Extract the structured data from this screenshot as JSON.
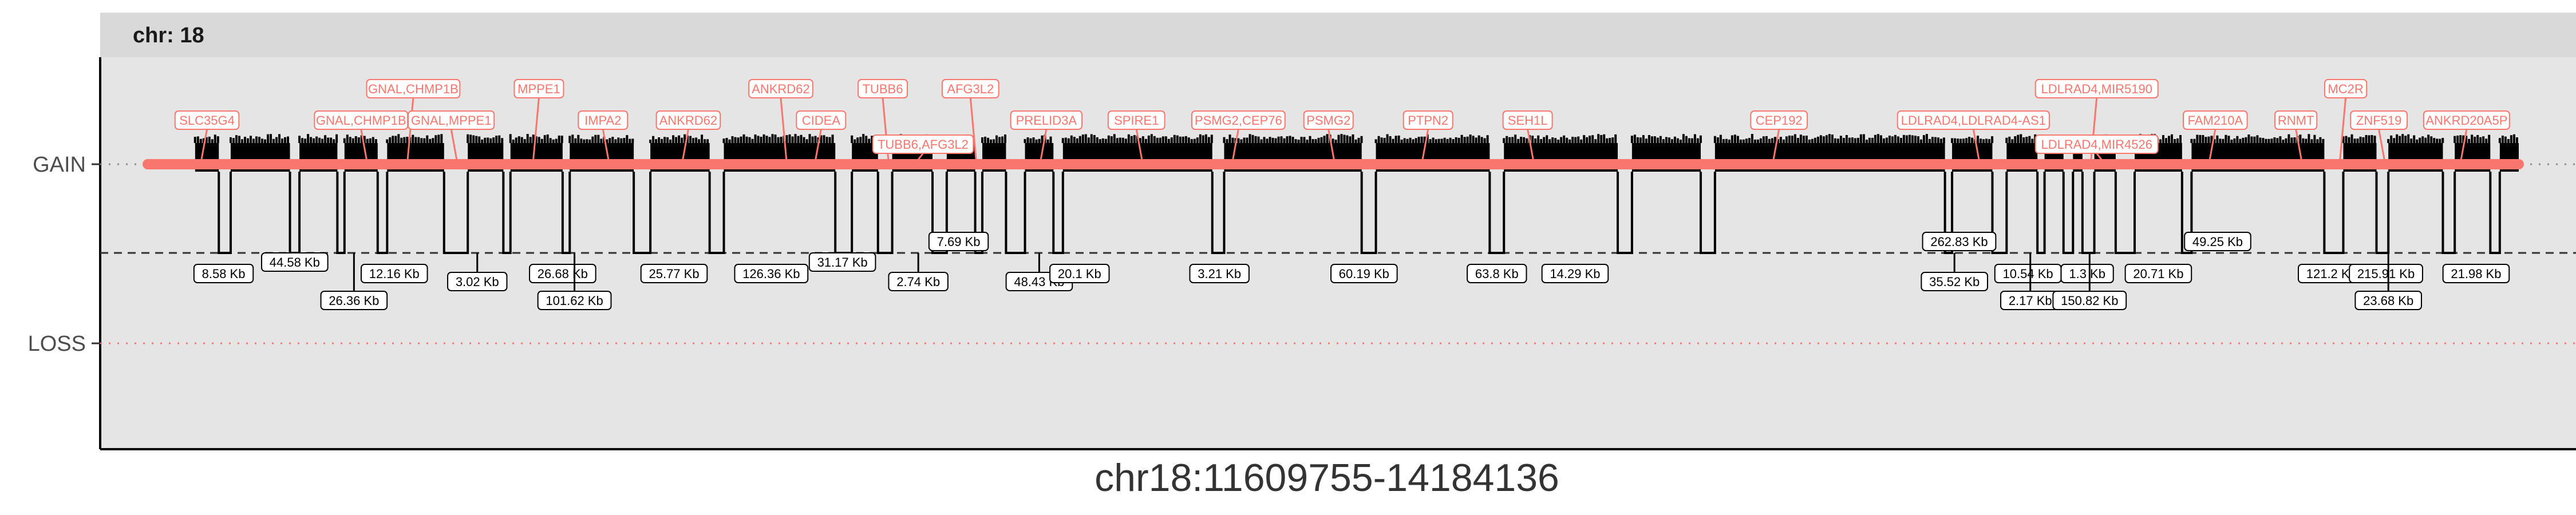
{
  "chart_data": {
    "type": "line",
    "title": "",
    "facet_title": "chr: 18",
    "xlabel": "chr18:11609755-14184136",
    "ylabel": "",
    "y_levels": [
      "GAIN",
      "LOSS"
    ],
    "grid": false,
    "legend": "none",
    "colors": {
      "gain_line": "#f8766d",
      "gene_label": "#f8766d",
      "segment": "#000000",
      "panel_bg": "#e5e5e5",
      "strip_bg": "#d9d9d9",
      "loss_dotted": "#f8766d"
    },
    "series": [
      {
        "name": "GAIN",
        "segments_frac": [
          [
            0.02,
            0.03
          ],
          [
            0.035,
            0.06
          ],
          [
            0.064,
            0.08
          ],
          [
            0.083,
            0.097
          ],
          [
            0.101,
            0.125
          ],
          [
            0.135,
            0.15
          ],
          [
            0.153,
            0.175
          ],
          [
            0.178,
            0.205
          ],
          [
            0.212,
            0.237
          ],
          [
            0.243,
            0.29
          ],
          [
            0.297,
            0.308
          ],
          [
            0.314,
            0.331
          ],
          [
            0.337,
            0.349
          ],
          [
            0.352,
            0.362
          ],
          [
            0.37,
            0.382
          ],
          [
            0.386,
            0.449
          ],
          [
            0.454,
            0.512
          ],
          [
            0.518,
            0.566
          ],
          [
            0.572,
            0.62
          ],
          [
            0.626,
            0.655
          ],
          [
            0.661,
            0.758
          ],
          [
            0.761,
            0.778
          ],
          [
            0.784,
            0.797
          ],
          [
            0.8,
            0.808
          ],
          [
            0.812,
            0.816
          ],
          [
            0.821,
            0.83
          ],
          [
            0.838,
            0.858
          ],
          [
            0.862,
            0.918
          ],
          [
            0.926,
            0.94
          ],
          [
            0.945,
            0.968
          ],
          [
            0.973,
            0.988
          ],
          [
            0.992,
            1.0
          ]
        ]
      }
    ],
    "gene_labels": [
      {
        "text": "SLC35G4",
        "pos": 0.025,
        "row": 1
      },
      {
        "text": "GNAL,CHMP1B",
        "pos": 0.09,
        "row": 1
      },
      {
        "text": "GNAL,CHMP1B",
        "pos": 0.112,
        "row": 0
      },
      {
        "text": "GNAL,MPPE1",
        "pos": 0.128,
        "row": 1
      },
      {
        "text": "MPPE1",
        "pos": 0.165,
        "row": 0
      },
      {
        "text": "IMPA2",
        "pos": 0.192,
        "row": 1
      },
      {
        "text": "ANKRD62",
        "pos": 0.228,
        "row": 1
      },
      {
        "text": "ANKRD62",
        "pos": 0.267,
        "row": 0
      },
      {
        "text": "CIDEA",
        "pos": 0.284,
        "row": 1
      },
      {
        "text": "TUBB6",
        "pos": 0.31,
        "row": 0
      },
      {
        "text": "TUBB6,AFG3L2",
        "pos": 0.327,
        "row": 2
      },
      {
        "text": "AFG3L2",
        "pos": 0.347,
        "row": 0
      },
      {
        "text": "PRELID3A",
        "pos": 0.379,
        "row": 1
      },
      {
        "text": "SPIRE1",
        "pos": 0.417,
        "row": 1
      },
      {
        "text": "PSMG2,CEP76",
        "pos": 0.46,
        "row": 1
      },
      {
        "text": "PSMG2",
        "pos": 0.498,
        "row": 1
      },
      {
        "text": "PTPN2",
        "pos": 0.54,
        "row": 1
      },
      {
        "text": "SEH1L",
        "pos": 0.582,
        "row": 1
      },
      {
        "text": "CEP192",
        "pos": 0.688,
        "row": 1
      },
      {
        "text": "LDLRAD4,LDLRAD4-AS1",
        "pos": 0.77,
        "row": 1
      },
      {
        "text": "LDLRAD4,MIR5190",
        "pos": 0.822,
        "row": 0
      },
      {
        "text": "LDLRAD4,MIR4526",
        "pos": 0.822,
        "row": 2
      },
      {
        "text": "FAM210A",
        "pos": 0.872,
        "row": 1
      },
      {
        "text": "RNMT",
        "pos": 0.906,
        "row": 1
      },
      {
        "text": "MC2R",
        "pos": 0.927,
        "row": 0
      },
      {
        "text": "ZNF519",
        "pos": 0.941,
        "row": 1
      },
      {
        "text": "ANKRD20A5P",
        "pos": 0.978,
        "row": 1
      }
    ],
    "gap_labels": [
      {
        "text": "8.58 Kb",
        "pos": 0.032,
        "row": 0
      },
      {
        "text": "44.58 Kb",
        "pos": 0.062,
        "row": -1
      },
      {
        "text": "26.36 Kb",
        "pos": 0.087,
        "row": 2
      },
      {
        "text": "12.16 Kb",
        "pos": 0.104,
        "row": 0
      },
      {
        "text": "3.02 Kb",
        "pos": 0.139,
        "row": 1
      },
      {
        "text": "26.68 Kb",
        "pos": 0.175,
        "row": 0
      },
      {
        "text": "101.62 Kb",
        "pos": 0.18,
        "row": 2
      },
      {
        "text": "25.77 Kb",
        "pos": 0.222,
        "row": 0
      },
      {
        "text": "126.36 Kb",
        "pos": 0.263,
        "row": 0
      },
      {
        "text": "31.17 Kb",
        "pos": 0.293,
        "row": -1
      },
      {
        "text": "2.74 Kb",
        "pos": 0.325,
        "row": 1
      },
      {
        "text": "7.69 Kb",
        "pos": 0.342,
        "row": -2
      },
      {
        "text": "48.43 Kb",
        "pos": 0.376,
        "row": 1
      },
      {
        "text": "20.1 Kb",
        "pos": 0.393,
        "row": 0
      },
      {
        "text": "3.21 Kb",
        "pos": 0.452,
        "row": 0
      },
      {
        "text": "60.19 Kb",
        "pos": 0.513,
        "row": 0
      },
      {
        "text": "63.8 Kb",
        "pos": 0.569,
        "row": 0
      },
      {
        "text": "14.29 Kb",
        "pos": 0.602,
        "row": 0
      },
      {
        "text": "262.83 Kb",
        "pos": 0.764,
        "row": -2
      },
      {
        "text": "35.52 Kb",
        "pos": 0.762,
        "row": 1
      },
      {
        "text": "10.54 Kb",
        "pos": 0.793,
        "row": 0
      },
      {
        "text": "2.17 Kb",
        "pos": 0.794,
        "row": 2
      },
      {
        "text": "1.3 Kb",
        "pos": 0.818,
        "row": 0
      },
      {
        "text": "150.82 Kb",
        "pos": 0.819,
        "row": 2
      },
      {
        "text": "20.71 Kb",
        "pos": 0.848,
        "row": 0
      },
      {
        "text": "49.25 Kb",
        "pos": 0.873,
        "row": -2
      },
      {
        "text": "121.2 Kb",
        "pos": 0.921,
        "row": 0
      },
      {
        "text": "215.91 Kb",
        "pos": 0.944,
        "row": 0
      },
      {
        "text": "23.68 Kb",
        "pos": 0.945,
        "row": 2
      },
      {
        "text": "21.98 Kb",
        "pos": 0.982,
        "row": 0
      }
    ]
  }
}
